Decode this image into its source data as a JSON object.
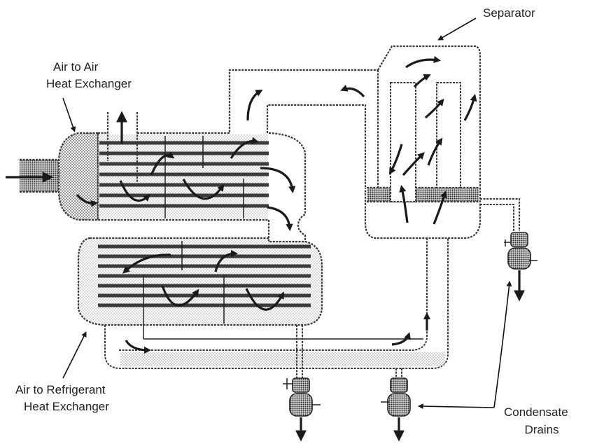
{
  "labels": {
    "air_to_air_line1": "Air to Air",
    "air_to_air_line2": "Heat Exchanger",
    "separator": "Separator",
    "air_to_refrigerant_line1": "Air to Refrigerant",
    "air_to_refrigerant_line2": "Heat Exchanger",
    "condensate_line1": "Condensate",
    "condensate_line2": "Drains"
  }
}
